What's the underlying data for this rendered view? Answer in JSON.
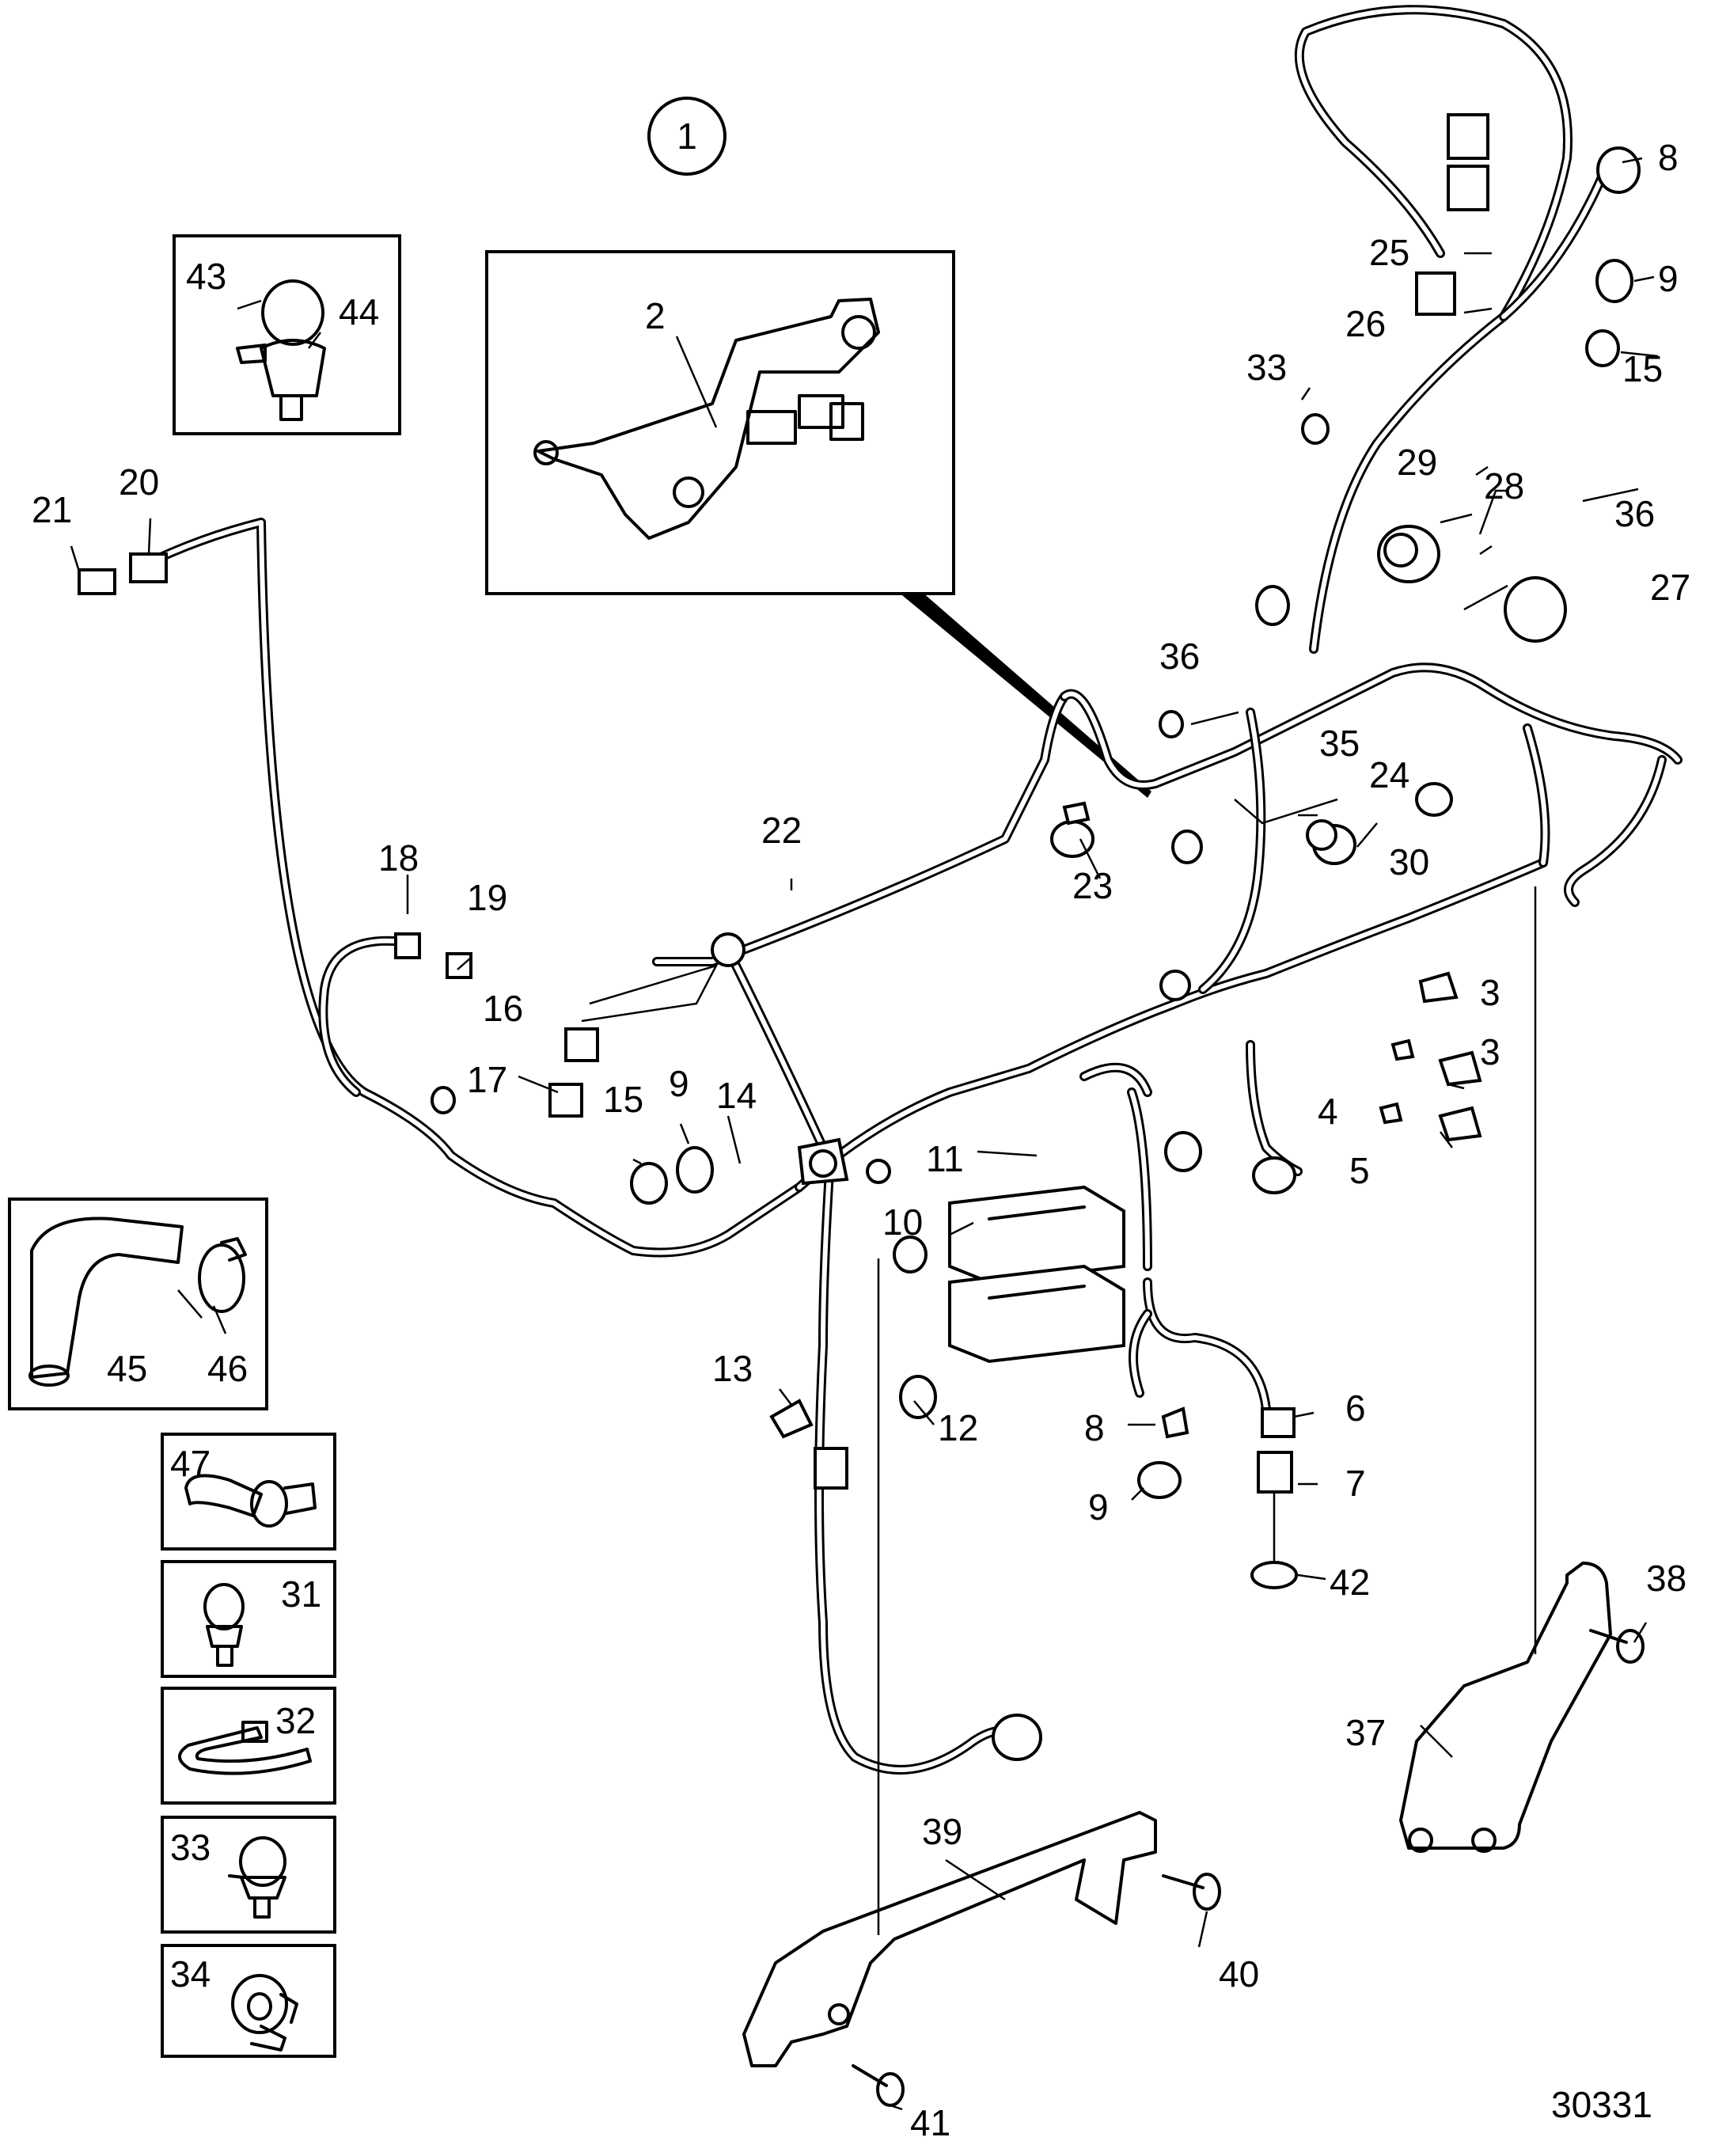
{
  "assembly_number": "1",
  "drawing_number": "30331",
  "callouts": [
    {
      "id": "c2",
      "text": "2"
    },
    {
      "id": "c3a",
      "text": "3"
    },
    {
      "id": "c3b",
      "text": "3"
    },
    {
      "id": "c4",
      "text": "4"
    },
    {
      "id": "c5",
      "text": "5"
    },
    {
      "id": "c6",
      "text": "6"
    },
    {
      "id": "c7",
      "text": "7"
    },
    {
      "id": "c8a",
      "text": "8"
    },
    {
      "id": "c8b",
      "text": "8"
    },
    {
      "id": "c9a",
      "text": "9"
    },
    {
      "id": "c9b",
      "text": "9"
    },
    {
      "id": "c9c",
      "text": "9"
    },
    {
      "id": "c10",
      "text": "10"
    },
    {
      "id": "c11",
      "text": "11"
    },
    {
      "id": "c12",
      "text": "12"
    },
    {
      "id": "c13",
      "text": "13"
    },
    {
      "id": "c14",
      "text": "14"
    },
    {
      "id": "c15a",
      "text": "15"
    },
    {
      "id": "c15b",
      "text": "15"
    },
    {
      "id": "c16",
      "text": "16"
    },
    {
      "id": "c17",
      "text": "17"
    },
    {
      "id": "c18",
      "text": "18"
    },
    {
      "id": "c19",
      "text": "19"
    },
    {
      "id": "c20",
      "text": "20"
    },
    {
      "id": "c21",
      "text": "21"
    },
    {
      "id": "c22",
      "text": "22"
    },
    {
      "id": "c23",
      "text": "23"
    },
    {
      "id": "c24",
      "text": "24"
    },
    {
      "id": "c25",
      "text": "25"
    },
    {
      "id": "c26",
      "text": "26"
    },
    {
      "id": "c27",
      "text": "27"
    },
    {
      "id": "c28",
      "text": "28"
    },
    {
      "id": "c29",
      "text": "29"
    },
    {
      "id": "c30",
      "text": "30"
    },
    {
      "id": "c31",
      "text": "31"
    },
    {
      "id": "c32",
      "text": "32"
    },
    {
      "id": "c33a",
      "text": "33"
    },
    {
      "id": "c33b",
      "text": "33"
    },
    {
      "id": "c34",
      "text": "34"
    },
    {
      "id": "c35",
      "text": "35"
    },
    {
      "id": "c36a",
      "text": "36"
    },
    {
      "id": "c36b",
      "text": "36"
    },
    {
      "id": "c37",
      "text": "37"
    },
    {
      "id": "c38",
      "text": "38"
    },
    {
      "id": "c39",
      "text": "39"
    },
    {
      "id": "c40",
      "text": "40"
    },
    {
      "id": "c41",
      "text": "41"
    },
    {
      "id": "c42",
      "text": "42"
    },
    {
      "id": "c43",
      "text": "43"
    },
    {
      "id": "c44",
      "text": "44"
    },
    {
      "id": "c45",
      "text": "45"
    },
    {
      "id": "c46",
      "text": "46"
    },
    {
      "id": "c47",
      "text": "47"
    }
  ]
}
